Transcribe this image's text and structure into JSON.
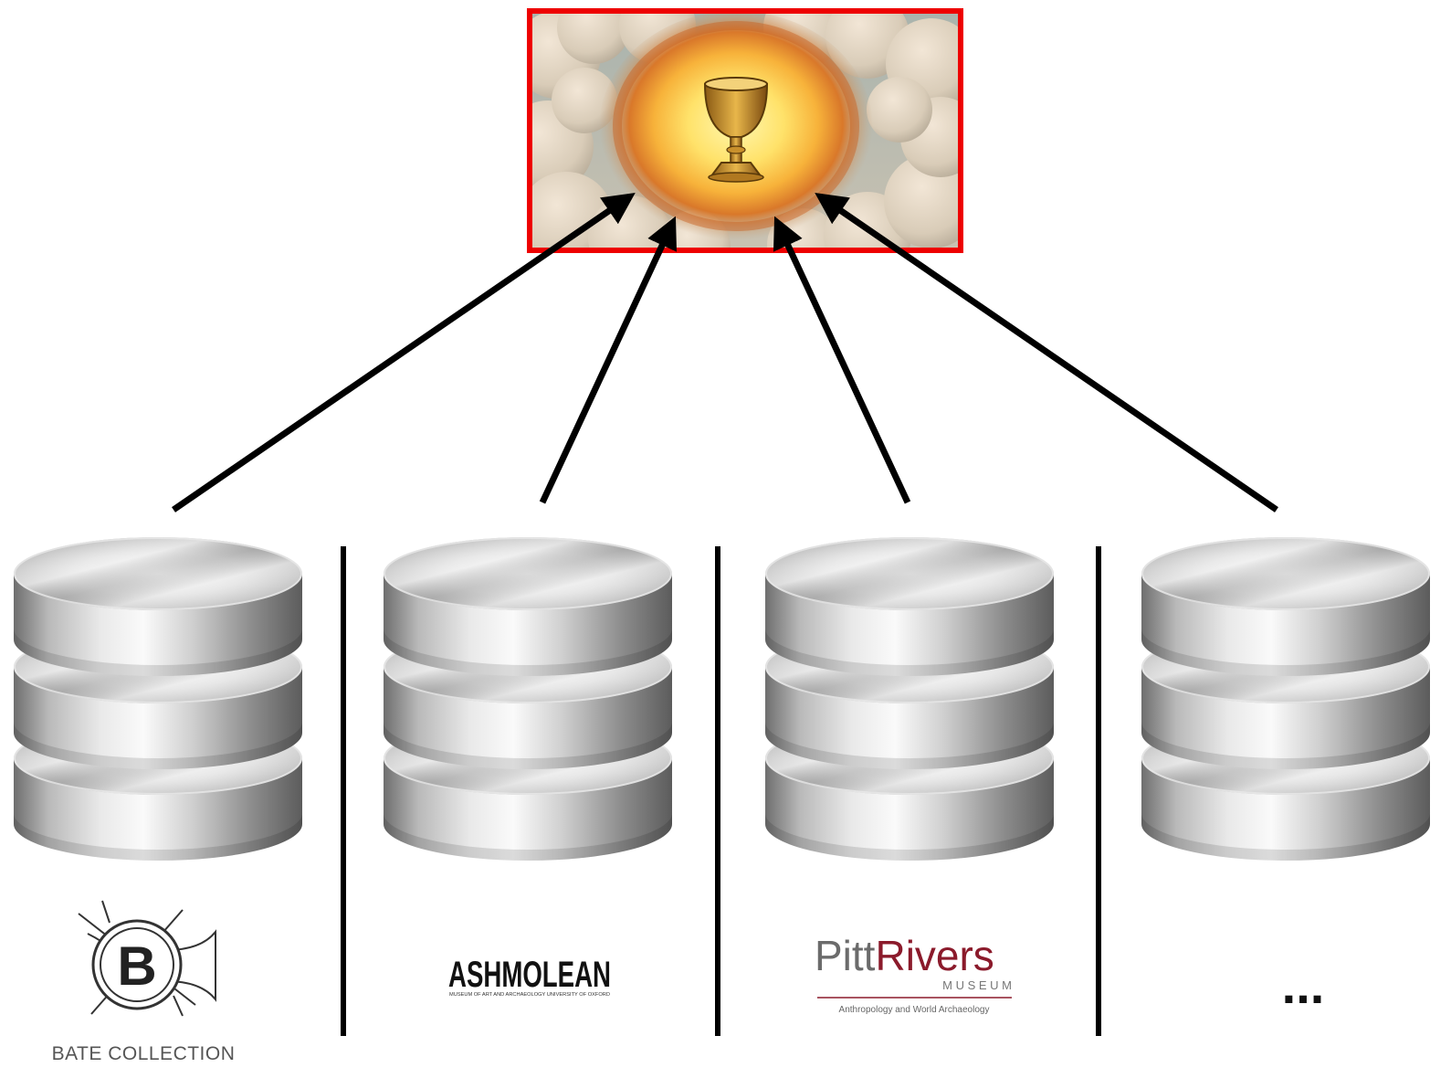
{
  "diagram": {
    "target": {
      "name": "holy-grail-image",
      "border_color": "#ee0000",
      "description_icon": "chalice-in-clouds"
    },
    "arrow_color": "#000000",
    "divider_color": "#000000",
    "databases": [
      {
        "id": "bate",
        "logo_text": "BATE COLLECTION",
        "logo_letter": "B"
      },
      {
        "id": "ashmolean",
        "logo_text": "ASHMOLEAN",
        "logo_subtitle": "MUSEUM OF ART AND ARCHAEOLOGY UNIVERSITY OF OXFORD"
      },
      {
        "id": "pitt-rivers",
        "logo_title_1": "Pitt",
        "logo_title_2": "Rivers",
        "logo_museum": "M U S E U M",
        "logo_tagline": "Anthropology and World Archaeology",
        "accent_color": "#8b1a2b"
      },
      {
        "id": "more",
        "logo_text": "..."
      }
    ]
  }
}
